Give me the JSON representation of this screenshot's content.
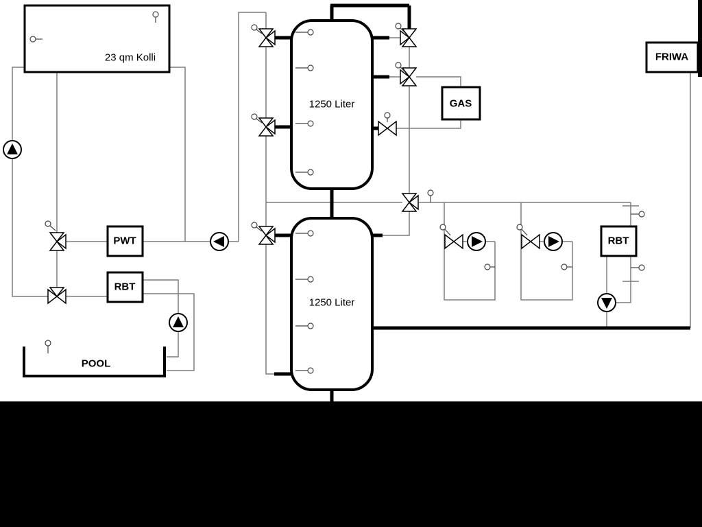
{
  "diagram": {
    "labels": {
      "collector": "23 qm Kolli",
      "tank_top": "1250 Liter",
      "tank_bottom": "1250 Liter",
      "gas": "GAS",
      "friwa": "FRIWA",
      "pwt": "PWT",
      "rbt_left": "RBT",
      "rbt_right": "RBT",
      "pool": "POOL"
    },
    "colors": {
      "background": "#ffffff",
      "thin_pipe": "#7d7d7d",
      "thick_pipe": "#000000",
      "component_outline": "#000000",
      "mask": "#000000"
    },
    "symbols": {
      "pump": "circle-with-triangle",
      "valve": "bowtie-three-way",
      "sensor": "small-circle-with-stem"
    }
  }
}
